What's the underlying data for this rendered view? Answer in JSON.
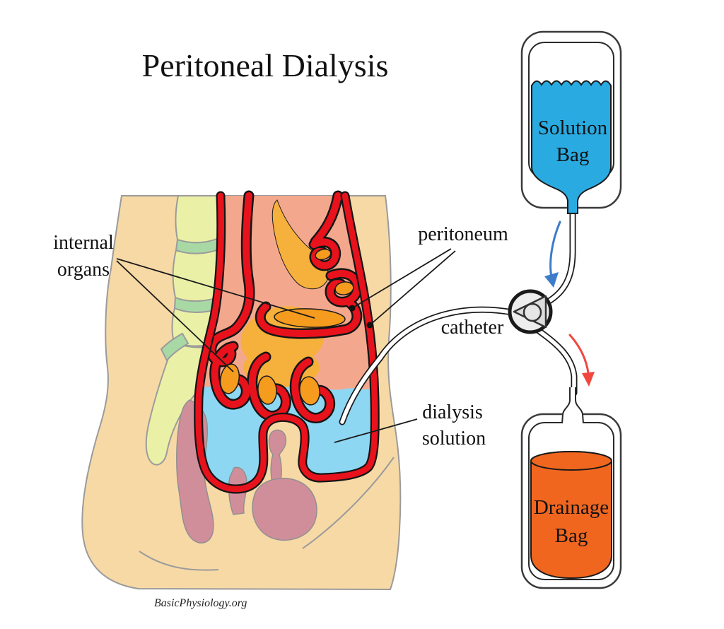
{
  "title": "Peritoneal Dialysis",
  "attribution": "BasicPhysiology.org",
  "labels": {
    "internal_organs_line1": "internal",
    "internal_organs_line2": "organs",
    "peritoneum": "peritoneum",
    "catheter": "catheter",
    "dialysis_line1": "dialysis",
    "dialysis_line2": "solution"
  },
  "solution_bag": {
    "label_line1": "Solution",
    "label_line2": "Bag",
    "fluid_color": "#29ABE2"
  },
  "drainage_bag": {
    "label_line1": "Drainage",
    "label_line2": "Bag",
    "fluid_color": "#F1661F"
  },
  "flow": {
    "inflow_color": "#3D7CC9",
    "outflow_color": "#F0483E"
  },
  "colors": {
    "skin": "#F7D9A6",
    "cavity": "#F3A88E",
    "dialysis_fluid_in_body": "#8DD7F2",
    "peritoneum_red": "#E8121C",
    "organ_orange": "#F59B1E",
    "mesentery_orange": "#F6B03C",
    "spine_yellow": "#EAF1A6",
    "disc_green": "#A8D9A5",
    "pelvic_organ_mauve": "#D08E9B"
  }
}
